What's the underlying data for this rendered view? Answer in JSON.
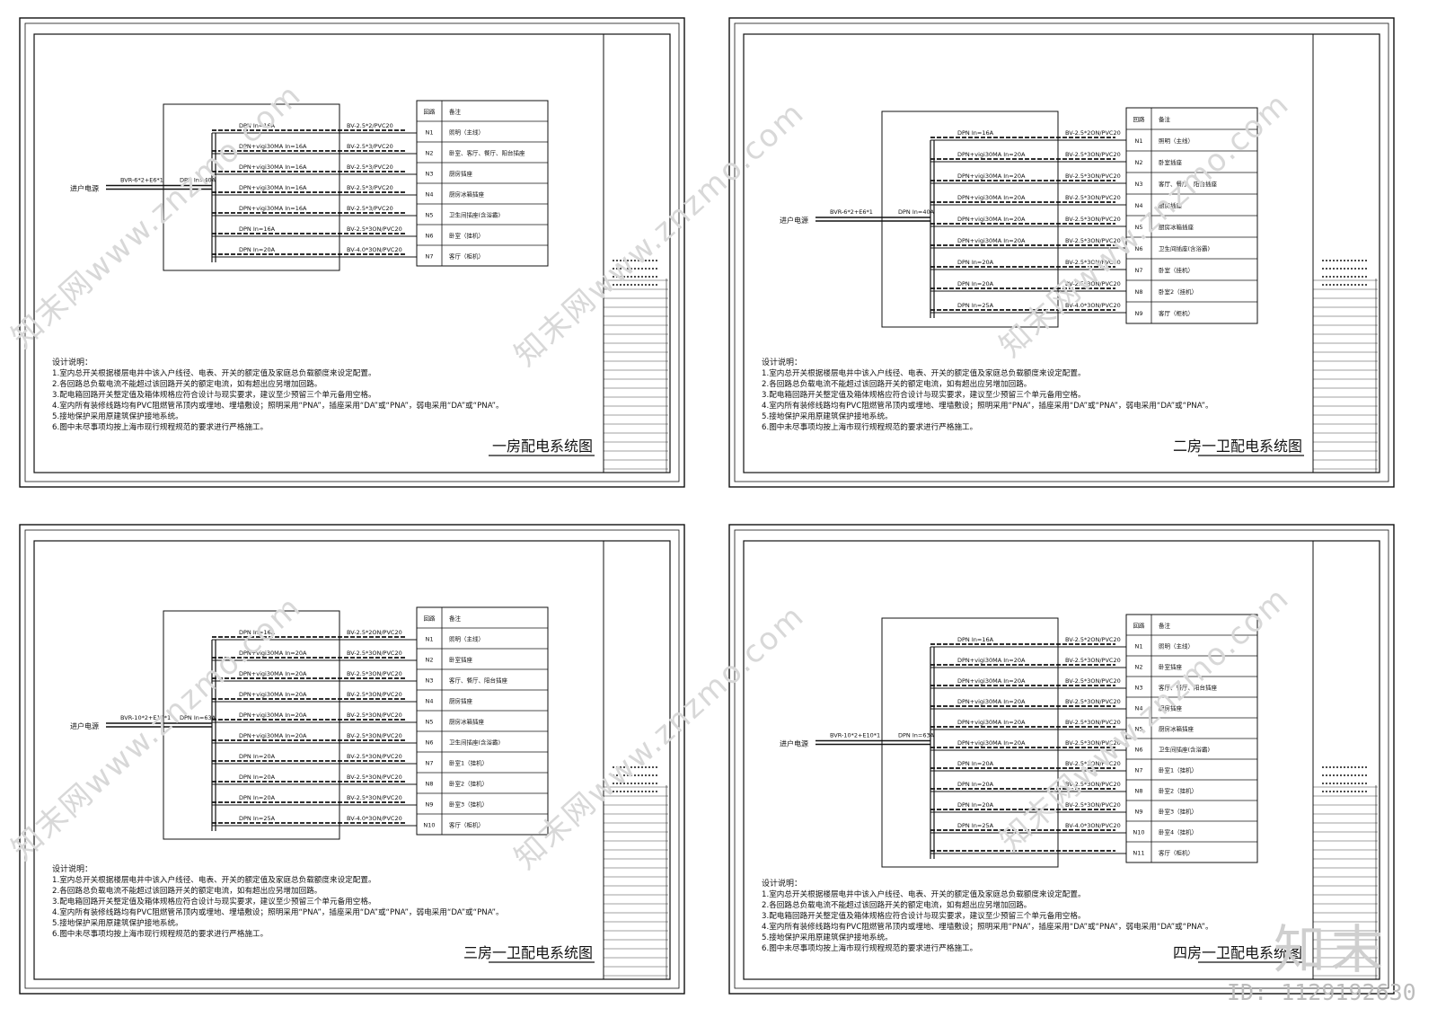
{
  "sheets": [
    {
      "title": "一房配电系统图",
      "incoming_label": "进户电源",
      "incoming_cable": "BVR-6*2+E6*1",
      "main_breaker": "DPN In=40A",
      "table_header": {
        "circuit": "回路",
        "remark": "备注"
      },
      "circuits": [
        {
          "breaker": "DPN In=16A",
          "cable": "BV-2.5*2/PVC20",
          "id": "N1",
          "remark": "照明（主线）"
        },
        {
          "breaker": "DPN+vigi30MA In=16A",
          "cable": "BV-2.5*3/PVC20",
          "id": "N2",
          "remark": "卧室、客厅、餐厅、阳台插座"
        },
        {
          "breaker": "DPN+vigi30MA In=16A",
          "cable": "BV-2.5*3/PVC20",
          "id": "N3",
          "remark": "厨房插座"
        },
        {
          "breaker": "DPN+vigi30MA In=16A",
          "cable": "BV-2.5*3/PVC20",
          "id": "N4",
          "remark": "厨房冰箱插座"
        },
        {
          "breaker": "DPN+vigi30MA In=16A",
          "cable": "BV-2.5*3/PVC20",
          "id": "N5",
          "remark": "卫生间插座(含浴霸)"
        },
        {
          "breaker": "DPN In=16A",
          "cable": "BV-2.5*3ON/PVC20",
          "id": "N6",
          "remark": "卧室（挂机）"
        },
        {
          "breaker": "DPN In=20A",
          "cable": "BV-4.0*3ON/PVC20",
          "id": "N7",
          "remark": "客厅（柜机）"
        }
      ]
    },
    {
      "title": "二房一卫配电系统图",
      "incoming_label": "进户电源",
      "incoming_cable": "BVR-6*2+E6*1",
      "main_breaker": "DPN In=40A",
      "table_header": {
        "circuit": "回路",
        "remark": "备注"
      },
      "circuits": [
        {
          "breaker": "DPN In=16A",
          "cable": "BV-2.5*2ON/PVC20",
          "id": "N1",
          "remark": "照明（主线）"
        },
        {
          "breaker": "DPN+vigi30MA In=20A",
          "cable": "BV-2.5*3ON/PVC20",
          "id": "N2",
          "remark": "卧室插座"
        },
        {
          "breaker": "DPN+vigi30MA In=20A",
          "cable": "BV-2.5*3ON/PVC20",
          "id": "N3",
          "remark": "客厅、餐厅、阳台插座"
        },
        {
          "breaker": "DPN+vigi30MA In=20A",
          "cable": "BV-2.5*3ON/PVC20",
          "id": "N4",
          "remark": "厨房插座"
        },
        {
          "breaker": "DPN+vigi30MA In=20A",
          "cable": "BV-2.5*3ON/PVC20",
          "id": "N5",
          "remark": "厨房冰箱插座"
        },
        {
          "breaker": "DPN+vigi30MA In=20A",
          "cable": "BV-2.5*3ON/PVC20",
          "id": "N6",
          "remark": "卫生间插座(含浴霸)"
        },
        {
          "breaker": "DPN In=20A",
          "cable": "BV-2.5*3ON/PVC20",
          "id": "N7",
          "remark": "卧室（挂机）"
        },
        {
          "breaker": "DPN In=20A",
          "cable": "BV-2.5*3ON/PVC20",
          "id": "N8",
          "remark": "卧室2（挂机）"
        },
        {
          "breaker": "DPN In=25A",
          "cable": "BV-4.0*3ON/PVC20",
          "id": "N9",
          "remark": "客厅（柜机）"
        }
      ]
    },
    {
      "title": "三房一卫配电系统图",
      "incoming_label": "进户电源",
      "incoming_cable": "BVR-10*2+E10*1",
      "main_breaker": "DPN In=63A",
      "table_header": {
        "circuit": "回路",
        "remark": "备注"
      },
      "circuits": [
        {
          "breaker": "DPN In=16A",
          "cable": "BV-2.5*2ON/PVC20",
          "id": "N1",
          "remark": "照明（主线）"
        },
        {
          "breaker": "DPN+vigi30MA In=20A",
          "cable": "BV-2.5*3ON/PVC20",
          "id": "N2",
          "remark": "卧室插座"
        },
        {
          "breaker": "DPN+vigi30MA In=20A",
          "cable": "BV-2.5*3ON/PVC20",
          "id": "N3",
          "remark": "客厅、餐厅、阳台插座"
        },
        {
          "breaker": "DPN+vigi30MA In=20A",
          "cable": "BV-2.5*3ON/PVC20",
          "id": "N4",
          "remark": "厨房插座"
        },
        {
          "breaker": "DPN+vigi30MA In=20A",
          "cable": "BV-2.5*3ON/PVC20",
          "id": "N5",
          "remark": "厨房冰箱插座"
        },
        {
          "breaker": "DPN+vigi30MA In=20A",
          "cable": "BV-2.5*3ON/PVC20",
          "id": "N6",
          "remark": "卫生间插座(含浴霸)"
        },
        {
          "breaker": "DPN In=20A",
          "cable": "BV-2.5*3ON/PVC20",
          "id": "N7",
          "remark": "卧室1（挂机）"
        },
        {
          "breaker": "DPN In=20A",
          "cable": "BV-2.5*3ON/PVC20",
          "id": "N8",
          "remark": "卧室2（挂机）"
        },
        {
          "breaker": "DPN In=20A",
          "cable": "BV-2.5*3ON/PVC20",
          "id": "N9",
          "remark": "卧室3（挂机）"
        },
        {
          "breaker": "DPN In=25A",
          "cable": "BV-4.0*3ON/PVC20",
          "id": "N10",
          "remark": "客厅（柜机）"
        }
      ]
    },
    {
      "title": "四房一卫配电系统图",
      "incoming_label": "进户电源",
      "incoming_cable": "BVR-10*2+E10*1",
      "main_breaker": "DPN In=63A",
      "table_header": {
        "circuit": "回路",
        "remark": "备注"
      },
      "circuits": [
        {
          "breaker": "DPN In=16A",
          "cable": "BV-2.5*2ON/PVC20",
          "id": "N1",
          "remark": "照明（主线）"
        },
        {
          "breaker": "DPN+vigi30MA In=20A",
          "cable": "BV-2.5*3ON/PVC20",
          "id": "N2",
          "remark": "卧室插座"
        },
        {
          "breaker": "DPN+vigi30MA In=20A",
          "cable": "BV-2.5*3ON/PVC20",
          "id": "N3",
          "remark": "客厅、餐厅、阳台插座"
        },
        {
          "breaker": "DPN+vigi30MA In=20A",
          "cable": "BV-2.5*3ON/PVC20",
          "id": "N4",
          "remark": "厨房插座"
        },
        {
          "breaker": "DPN+vigi30MA In=20A",
          "cable": "BV-2.5*3ON/PVC20",
          "id": "N5",
          "remark": "厨房冰箱插座"
        },
        {
          "breaker": "DPN+vigi30MA In=20A",
          "cable": "BV-2.5*3ON/PVC20",
          "id": "N6",
          "remark": "卫生间插座(含浴霸)"
        },
        {
          "breaker": "DPN In=20A",
          "cable": "BV-2.5*3ON/PVC20",
          "id": "N7",
          "remark": "卧室1（挂机）"
        },
        {
          "breaker": "DPN In=20A",
          "cable": "BV-2.5*3ON/PVC20",
          "id": "N8",
          "remark": "卧室2（挂机）"
        },
        {
          "breaker": "DPN In=20A",
          "cable": "BV-2.5*3ON/PVC20",
          "id": "N9",
          "remark": "卧室3（挂机）"
        },
        {
          "breaker": "DPN In=25A",
          "cable": "BV-4.0*3ON/PVC20",
          "id": "N10",
          "remark": "卧室4（挂机）"
        },
        {
          "breaker": "",
          "cable": "",
          "id": "N11",
          "remark": "客厅（柜机）"
        }
      ]
    }
  ],
  "notes": {
    "heading": "设计说明：",
    "lines": [
      "1.室内总开关根据楼层电井中该入户线径、电表、开关的额定值及家庭总负载额度来设定配置。",
      "2.各回路总负载电流不能超过该回路开关的额定电流，如有超出应另增加回路。",
      "3.配电箱回路开关整定值及箱体规格应符合设计与现实要求，建议至少预留三个单元备用空格。",
      "4.室内所有装修线路均有PVC阻燃管吊顶内或埋地、埋墙敷设；照明采用“PNA”，插座采用“DA”或“PNA”，弱电采用“DA”或“PNA”。",
      "5.接地保护采用原建筑保护接地系统。",
      "6.图中未尽事项均按上海市现行规程规范的要求进行严格施工。"
    ]
  },
  "watermark": "知末网www.znzmo.com",
  "logo": "知末",
  "id_label": "ID: 1129192630"
}
